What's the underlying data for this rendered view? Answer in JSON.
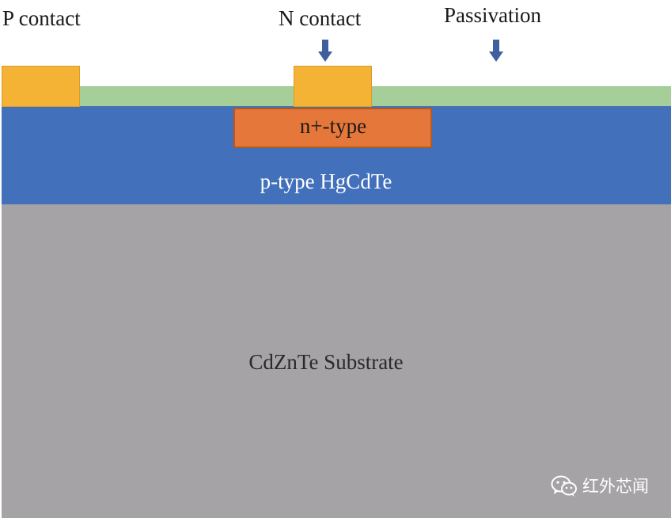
{
  "labels": {
    "p_contact": "P contact",
    "n_contact": "N contact",
    "passivation": "Passivation"
  },
  "layers": {
    "n_plus": "n+-type",
    "p_type": "p-type HgCdTe",
    "substrate": "CdZnTe Substrate"
  },
  "watermark": {
    "text": "红外芯闻",
    "icon": "wechat-icon"
  },
  "colors": {
    "contact": "#F5B335",
    "passivation": "#A6CE98",
    "n_plus": "#E6773A",
    "n_plus_border": "#B25A1F",
    "p_type": "#4270BA",
    "substrate": "#A5A3A5",
    "arrow": "#3F5F9E"
  }
}
